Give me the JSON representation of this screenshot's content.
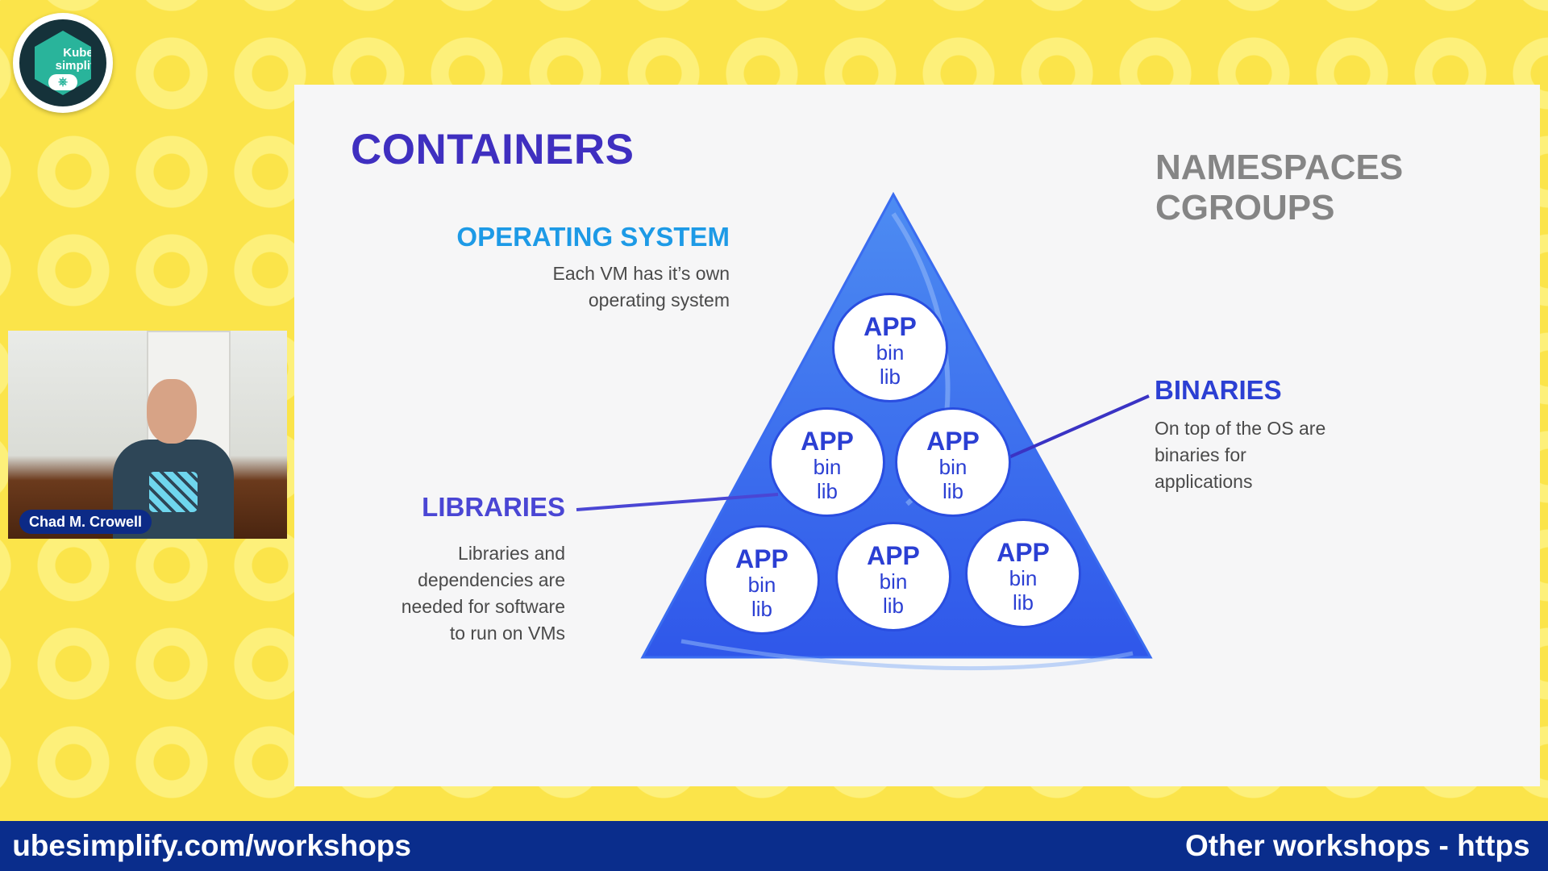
{
  "logo": {
    "line1": "Kube",
    "line2": "simplify",
    "symbol": "⎈"
  },
  "webcam": {
    "name": "Chad M. Crowell"
  },
  "slide": {
    "title": "CONTAINERS",
    "top_right": [
      "NAMESPACES",
      "CGROUPS"
    ],
    "os": {
      "title": "OPERATING SYSTEM",
      "desc_lines": [
        "Each VM has it’s own",
        "operating system"
      ]
    },
    "libraries": {
      "title": "LIBRARIES",
      "desc_lines": [
        "Libraries and",
        "dependencies are",
        "needed for software",
        "to run on VMs"
      ]
    },
    "binaries": {
      "title": "BINARIES",
      "desc_lines": [
        "On top of the OS are",
        "binaries for",
        "applications"
      ]
    },
    "bubbles": [
      {
        "app": "APP",
        "bin": "bin",
        "lib": "lib"
      },
      {
        "app": "APP",
        "bin": "bin",
        "lib": "lib"
      },
      {
        "app": "APP",
        "bin": "bin",
        "lib": "lib"
      },
      {
        "app": "APP",
        "bin": "bin",
        "lib": "lib"
      },
      {
        "app": "APP",
        "bin": "bin",
        "lib": "lib"
      },
      {
        "app": "APP",
        "bin": "bin",
        "lib": "lib"
      }
    ]
  },
  "ticker": {
    "left": "ubesimplify.com/workshops",
    "right": "Other workshops - https"
  },
  "colors": {
    "background": "#fbe44a",
    "title_purple": "#3f2fc0",
    "os_blue": "#1d9ae6",
    "pyramid_blue": "#2f57ea",
    "ticker_navy": "#0a2d8c"
  }
}
